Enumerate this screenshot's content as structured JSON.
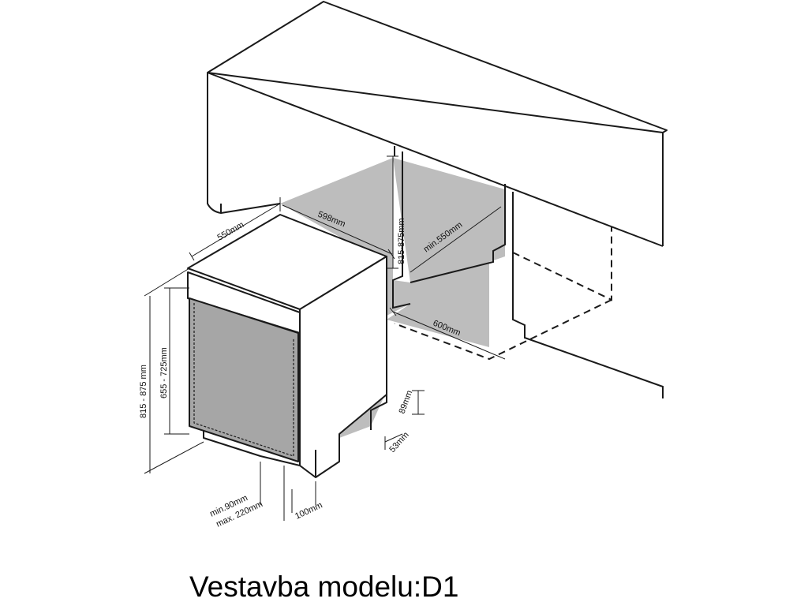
{
  "title": "Vestavba modelu:D1",
  "dimensions": {
    "width_top": "598mm",
    "depth_top": "550mm",
    "niche_height": "815-875mm",
    "niche_depth": "min.550mm",
    "niche_width": "600mm",
    "plinth_height": "89mm",
    "plinth_setback": "53mm",
    "total_height": "815 - 875 mm",
    "door_height": "655 - 725mm",
    "kick_min": "min.90mm",
    "kick_max": "max. 220mm",
    "foot": "100mm"
  },
  "colors": {
    "line": "#1a1a1a",
    "shade": "#bdbdbd",
    "door": "#a6a6a6"
  }
}
